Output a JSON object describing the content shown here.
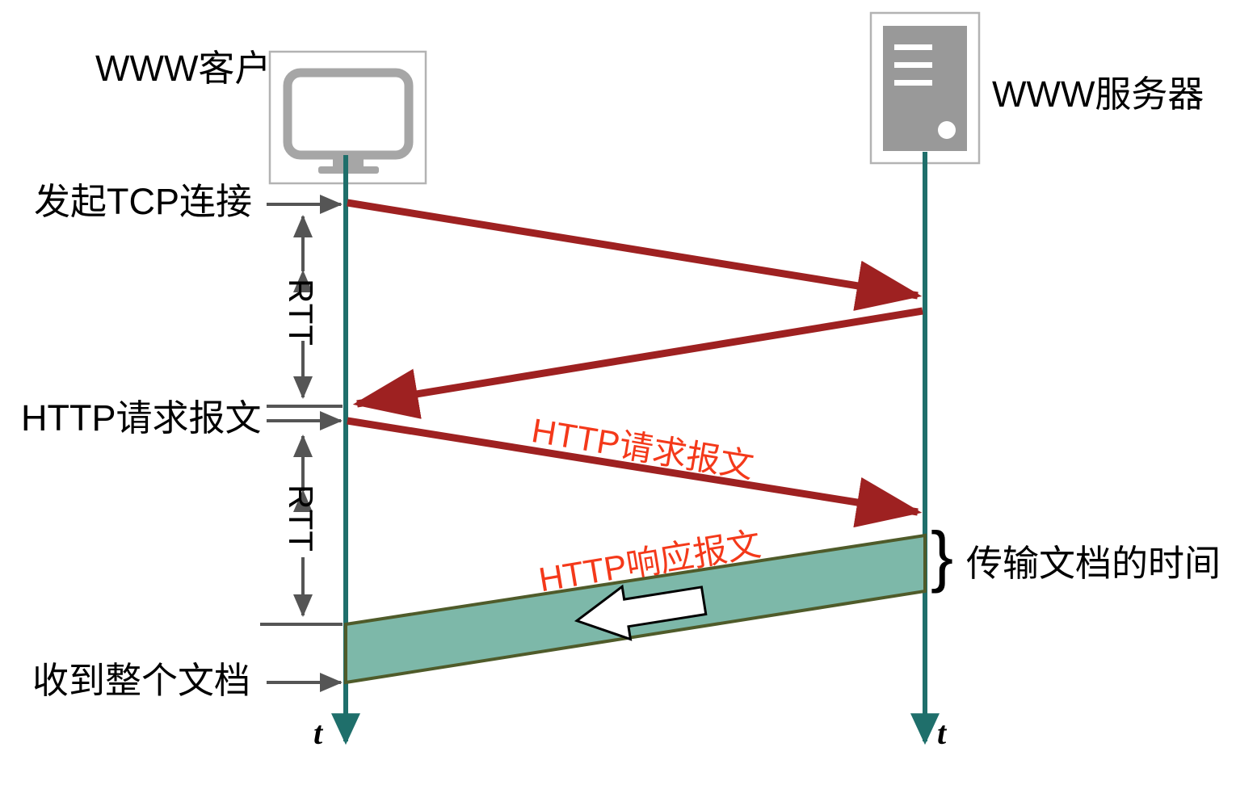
{
  "diagram": {
    "title": "HTTP request over TCP timing diagram",
    "colors": {
      "timeline": "#1F6F6B",
      "arrow_red": "#9E2121",
      "message_text_red": "#F4391A",
      "band_fill": "#7DB8A9",
      "band_border": "#4F5B2A",
      "device_gray": "#999999",
      "box_border": "#B3B3B3",
      "annotation_gray": "#555555",
      "text_black": "#000000"
    },
    "nodes": {
      "client_label": "WWW客户",
      "server_label": "WWW服务器",
      "client_icon": "desktop-monitor-icon",
      "server_icon": "server-tower-icon"
    },
    "events": [
      {
        "id": "tcp-open",
        "label": "发起TCP连接"
      },
      {
        "id": "http-request",
        "label": "HTTP请求报文"
      },
      {
        "id": "document-received",
        "label": "收到整个文档"
      }
    ],
    "messages": [
      {
        "id": "http-request-message",
        "label": "HTTP请求报文",
        "direction": "client-to-server"
      },
      {
        "id": "http-response-message",
        "label": "HTTP响应报文",
        "direction": "server-to-client"
      }
    ],
    "intervals": [
      {
        "id": "rtt-1",
        "label": "RTT"
      },
      {
        "id": "rtt-2",
        "label": "RTT"
      },
      {
        "id": "transfer",
        "label": "传输文档的时间",
        "brace": "}"
      }
    ],
    "time_axis": {
      "client_tick": "t",
      "server_tick": "t"
    }
  }
}
